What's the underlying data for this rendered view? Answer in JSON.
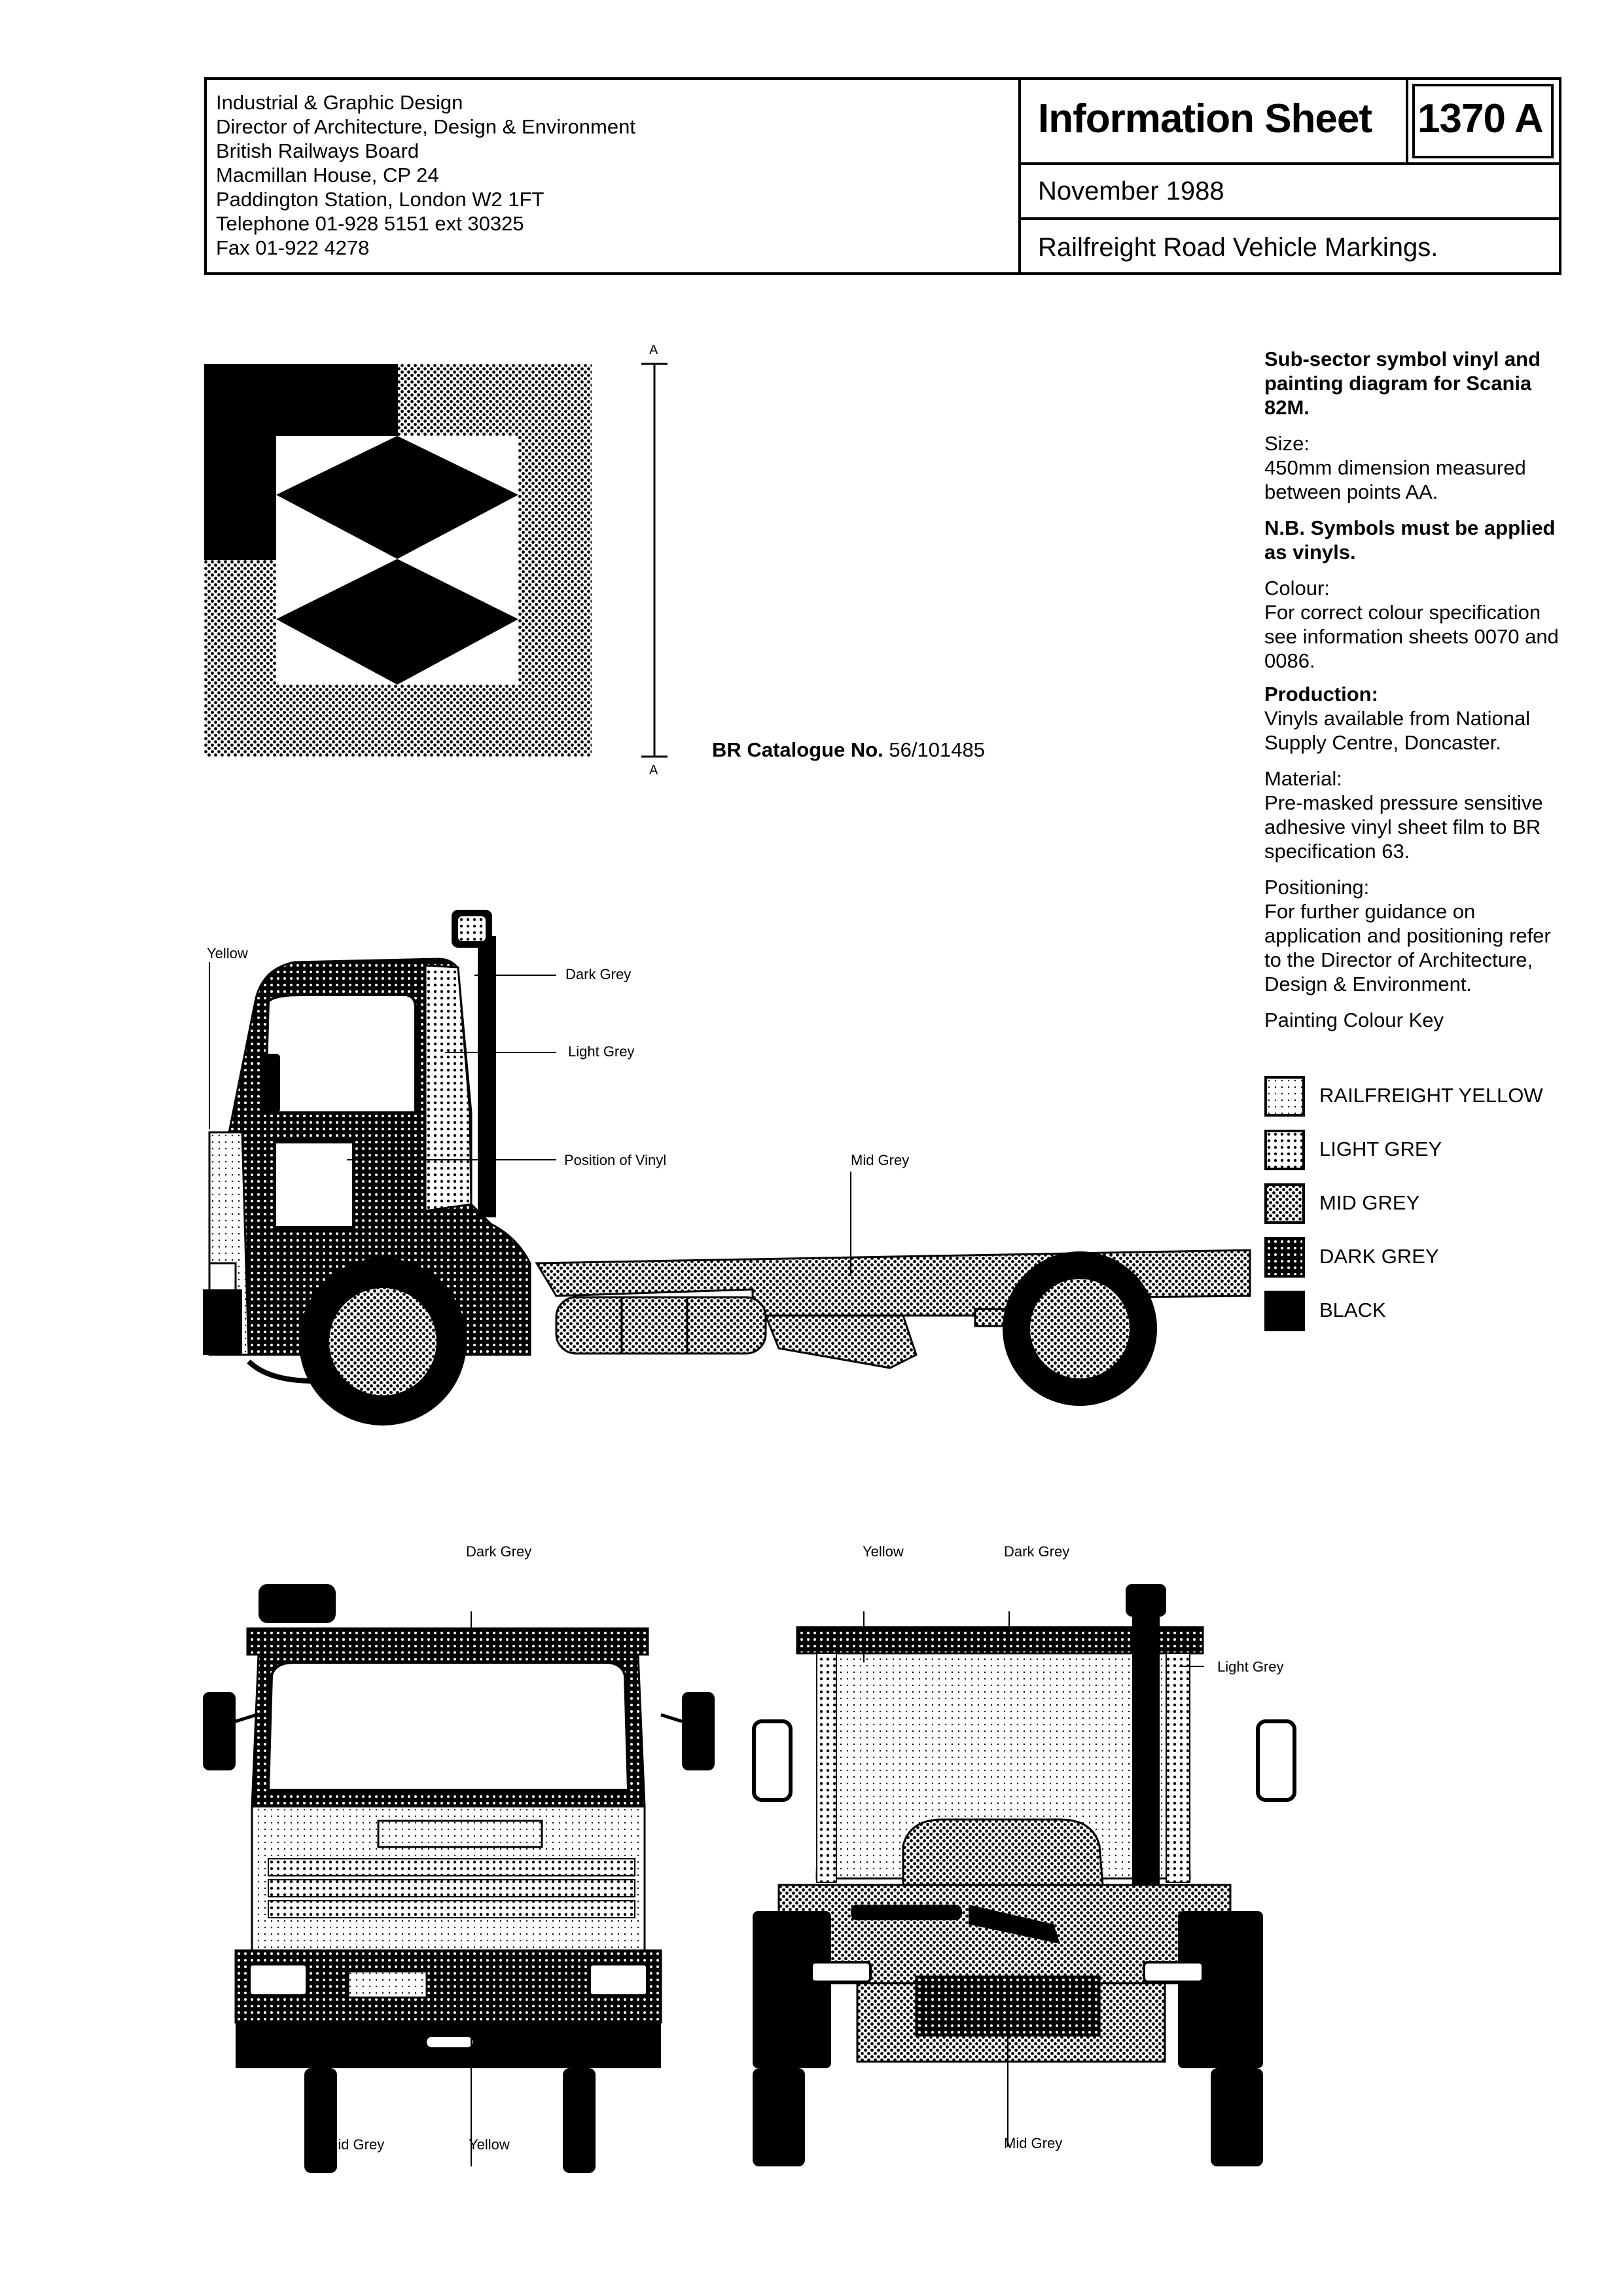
{
  "header": {
    "address_lines": [
      "Industrial & Graphic Design",
      "Director of Architecture, Design & Environment",
      "British Railways Board",
      "Macmillan House, CP 24",
      "Paddington Station, London W2 1FT",
      "Telephone 01-928 5151 ext 30325",
      "Fax 01-922 4278"
    ],
    "title": "Information Sheet",
    "sheet_number": "1370 A",
    "date": "November 1988",
    "subject": "Railfreight Road Vehicle Markings."
  },
  "symbol": {
    "dimension_label_top": "A",
    "dimension_label_bottom": "A",
    "catalogue_label": "BR Catalogue No.",
    "catalogue_number": "56/101485"
  },
  "notes": {
    "heading": "Sub-sector symbol vinyl and painting diagram for Scania 82M.",
    "size_title": "Size:",
    "size_text": "450mm dimension measured between points AA.",
    "nb_text": "N.B. Symbols must be applied as vinyls.",
    "colour_title": "Colour:",
    "colour_text": "For correct colour specification see information sheets 0070 and 0086.",
    "production_title": "Production:",
    "production_text": "Vinyls available from National Supply Centre, Doncaster.",
    "material_title": "Material:",
    "material_text": "Pre-masked pressure sensitive adhesive vinyl sheet film to BR specification 63.",
    "positioning_title": "Positioning:",
    "positioning_text": "For further guidance on application and positioning refer to the Director of Architecture, Design & Environment.",
    "key_title": "Painting Colour Key"
  },
  "colour_key": [
    {
      "label": "RAILFREIGHT YELLOW",
      "pattern": "yellow"
    },
    {
      "label": "LIGHT GREY",
      "pattern": "light"
    },
    {
      "label": "MID GREY",
      "pattern": "mid"
    },
    {
      "label": "DARK GREY",
      "pattern": "dark"
    },
    {
      "label": "BLACK",
      "pattern": "black"
    }
  ],
  "side_view_labels": {
    "yellow": "Yellow",
    "dark_grey": "Dark Grey",
    "light_grey": "Light Grey",
    "position_of_vinyl": "Position of Vinyl",
    "mid_grey": "Mid Grey"
  },
  "front_view_labels": {
    "dark_grey": "Dark Grey",
    "mid_grey": "Mid Grey",
    "yellow": "Yellow"
  },
  "rear_view_labels": {
    "yellow": "Yellow",
    "dark_grey": "Dark Grey",
    "light_grey": "Light Grey",
    "mid_grey": "Mid Grey"
  }
}
